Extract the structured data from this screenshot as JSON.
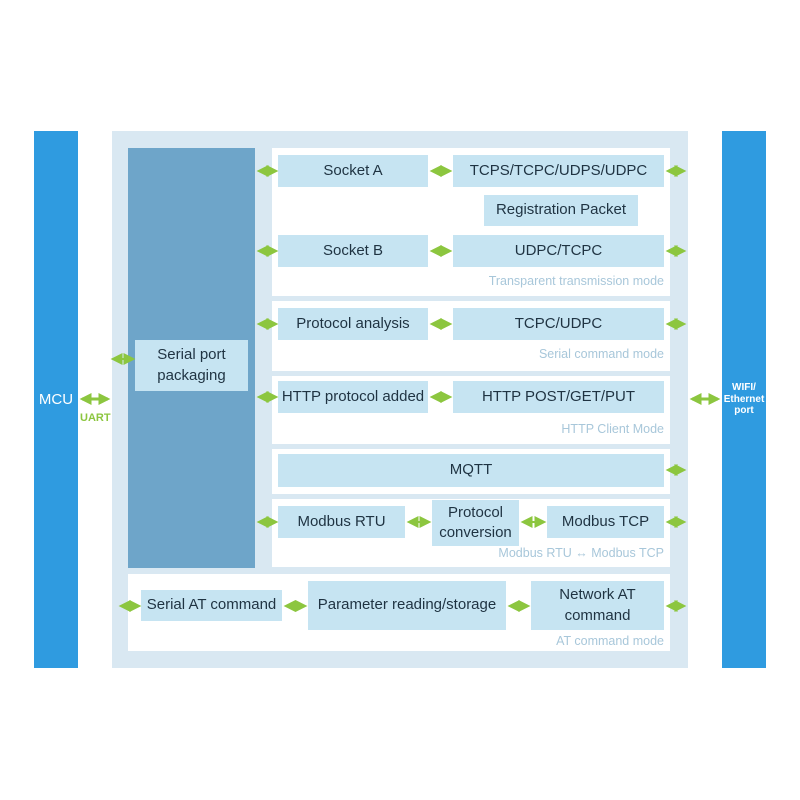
{
  "mcu": {
    "label": "MCU",
    "interface": "UART"
  },
  "network_port": {
    "label": "WIFI/\nEthernet\nport"
  },
  "serial_packaging": {
    "label": "Serial port\npackaging"
  },
  "transparent": {
    "socket_a": "Socket A",
    "socket_a_protocols": "TCPS/TCPC/UDPS/UDPC",
    "registration": "Registration Packet",
    "socket_b": "Socket B",
    "socket_b_protocols": "UDPC/TCPC",
    "mode": "Transparent transmission mode"
  },
  "serial_command": {
    "analysis": "Protocol analysis",
    "protocols": "TCPC/UDPC",
    "mode": "Serial command mode"
  },
  "http": {
    "added": "HTTP protocol added",
    "methods": "HTTP POST/GET/PUT",
    "mode": "HTTP Client Mode"
  },
  "mqtt": {
    "label": "MQTT"
  },
  "modbus": {
    "rtu": "Modbus RTU",
    "conversion": "Protocol\nconversion",
    "tcp": "Modbus TCP",
    "mode": "Modbus RTU ↔ Modbus TCP"
  },
  "at": {
    "serial": "Serial AT command",
    "param": "Parameter reading/storage",
    "network": "Network AT\ncommand",
    "mode": "AT command mode"
  },
  "colors": {
    "bar": "#2f9be0",
    "box": "#c6e4f2",
    "arrow": "#8cc63f",
    "packaging": "#6ea5c9",
    "panel": "#d9e8f2"
  }
}
